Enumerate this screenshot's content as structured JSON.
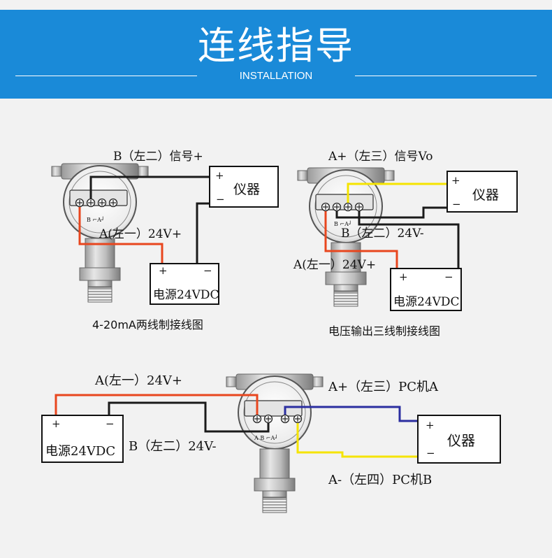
{
  "header": {
    "title": "连线指导",
    "subtitle": "INSTALLATION"
  },
  "diagram1": {
    "signal_label": "B（左二）信号+",
    "power_label": "A(左一）24V+",
    "instrument": "仪器",
    "plus": "+",
    "minus": "−",
    "power_box": "电源24VDC",
    "terminal_labels": "B  ⌐A┘",
    "caption": "4-20mA两线制接线图"
  },
  "diagram2": {
    "signal_label": "A+（左三）信号Vo",
    "neg_label": "B（左二）24V-",
    "power_label": "A(左一）24V+",
    "instrument": "仪器",
    "plus": "+",
    "minus": "−",
    "power_box": "电源24VDC",
    "terminal_labels": "B  ⌐A┘",
    "caption": "电压输出三线制接线图"
  },
  "diagram3": {
    "power_label": "A(左一）24V+",
    "neg_label": "B（左二）24V-",
    "pc_a_label": "A+（左三）PC机A",
    "pc_b_label": "A-（左四）PC机B",
    "instrument": "仪器",
    "plus": "+",
    "minus": "−",
    "power_box": "电源24VDC",
    "terminal_labels": "A  B  ⌐A┘"
  },
  "colors": {
    "banner": "#1a8ad8",
    "red_wire": "#e8461e",
    "black_wire": "#1a1a1a",
    "yellow_wire": "#f5e400",
    "blue_wire": "#2b2ea0"
  }
}
